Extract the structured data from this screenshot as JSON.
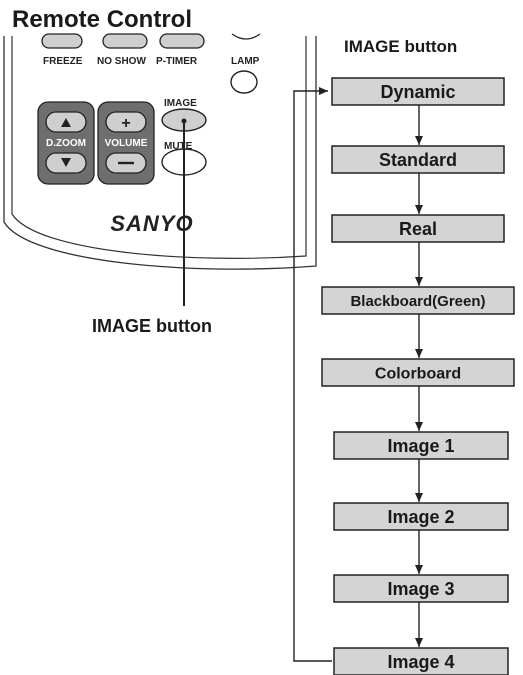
{
  "title": "Remote Control",
  "sequence_heading": "IMAGE button",
  "callout_label": "IMAGE button",
  "remote": {
    "buttons_top": [
      "FREEZE",
      "NO SHOW",
      "P-TIMER",
      "LAMP"
    ],
    "image_label": "IMAGE",
    "mute_label": "MUTE",
    "dzoom_label": "D.ZOOM",
    "volume_label": "VOLUME",
    "brand": "SANYO"
  },
  "modes": [
    "Dynamic",
    "Standard",
    "Real",
    "Blackboard(Green)",
    "Colorboard",
    "Image 1",
    "Image 2",
    "Image 3",
    "Image 4"
  ],
  "colors": {
    "box_fill": "#d4d4d4",
    "box_stroke": "#222222",
    "remote_button_fill": "#cfcfcf",
    "remote_pad_fill": "#6e6e6e"
  }
}
